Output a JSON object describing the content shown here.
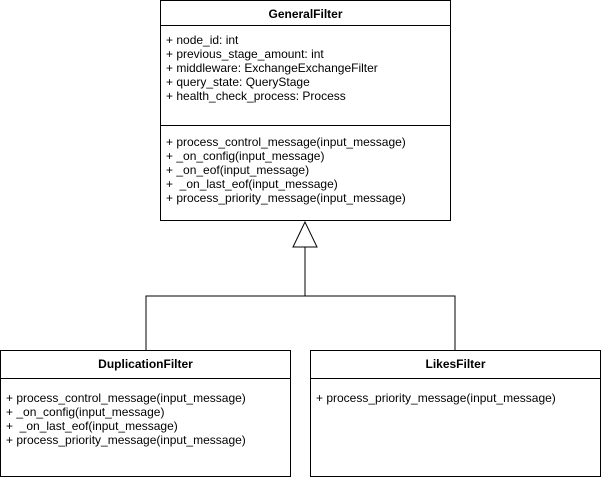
{
  "classes": {
    "general": {
      "name": "GeneralFilter",
      "attributes": [
        "+ node_id: int",
        "+ previous_stage_amount: int",
        "+ middleware: ExchangeExchangeFilter",
        "+ query_state: QueryStage",
        "+ health_check_process: Process"
      ],
      "operations": [
        "+ process_control_message(input_message)",
        "+ _on_config(input_message)",
        "+ _on_eof(input_message)",
        "+  _on_last_eof(input_message)",
        "+ process_priority_message(input_message)"
      ]
    },
    "duplication": {
      "name": "DuplicationFilter",
      "operations": [
        "+ process_control_message(input_message)",
        "+ _on_config(input_message)",
        "+  _on_last_eof(input_message)",
        "+ process_priority_message(input_message)"
      ]
    },
    "likes": {
      "name": "LikesFilter",
      "operations": [
        "+ process_priority_message(input_message)"
      ]
    }
  },
  "relationships": [
    {
      "type": "inheritance",
      "from": "duplication",
      "to": "general"
    },
    {
      "type": "inheritance",
      "from": "likes",
      "to": "general"
    }
  ]
}
